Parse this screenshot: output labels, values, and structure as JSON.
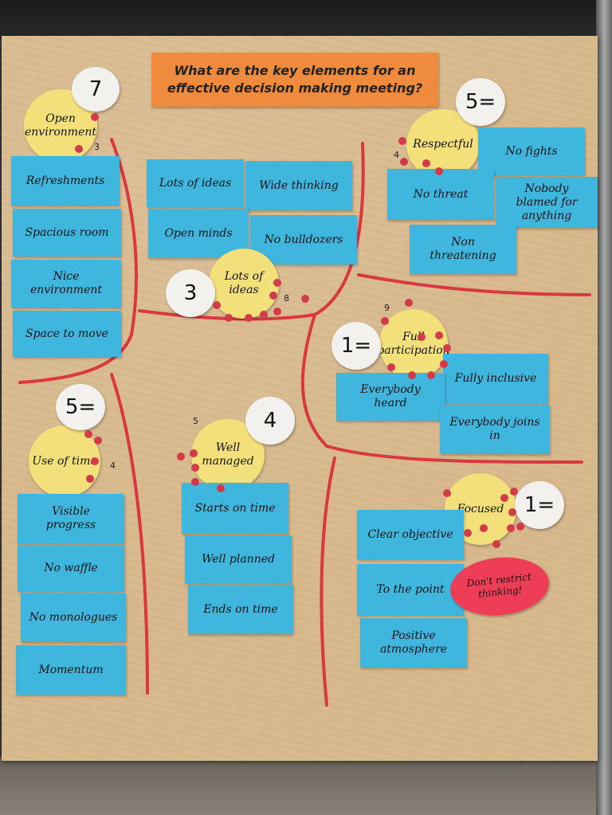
{
  "title": "What are the key elements for an effective decision making meeting?",
  "clusters": {
    "open_environment": {
      "heading": "Open environment",
      "vote": "7",
      "tally": "3",
      "notes": [
        "Refreshments",
        "Spacious room",
        "Nice environment",
        "Space to move"
      ]
    },
    "lots_of_ideas": {
      "heading": "Lots of ideas",
      "vote": "3",
      "tally": "8",
      "notes": [
        "Lots of ideas",
        "Wide thinking",
        "Open minds",
        "No bulldozers"
      ]
    },
    "respectful": {
      "heading": "Respectful",
      "vote": "5=",
      "tally": "4",
      "notes": [
        "No fights",
        "No threat",
        "Nobody blamed for anything",
        "Non threatening"
      ]
    },
    "full_participation": {
      "heading": "Full participation",
      "vote": "1=",
      "tally": "9",
      "notes": [
        "Fully inclusive",
        "Everybody heard",
        "Everybody joins in"
      ]
    },
    "use_of_time": {
      "heading": "Use of time",
      "vote": "5=",
      "tally": "4",
      "notes": [
        "Visible progress",
        "No waffle",
        "No monologues",
        "Momentum"
      ]
    },
    "well_managed": {
      "heading": "Well managed",
      "vote": "4",
      "tally": "5",
      "notes": [
        "Starts on time",
        "Well planned",
        "Ends on time"
      ]
    },
    "focused": {
      "heading": "Focused",
      "vote": "1=",
      "notes": [
        "Clear objective",
        "To the point",
        "Positive atmosphere"
      ],
      "callout": "Don't restrict thinking!"
    }
  },
  "colors": {
    "paper": "#d8b98d",
    "note_blue": "#3fb6de",
    "circle_yellow": "#f4e07a",
    "title_orange": "#f08a3c",
    "line_red": "#d9383e",
    "dot_red": "#d33a4a",
    "callout_pink": "#ee3d56"
  }
}
